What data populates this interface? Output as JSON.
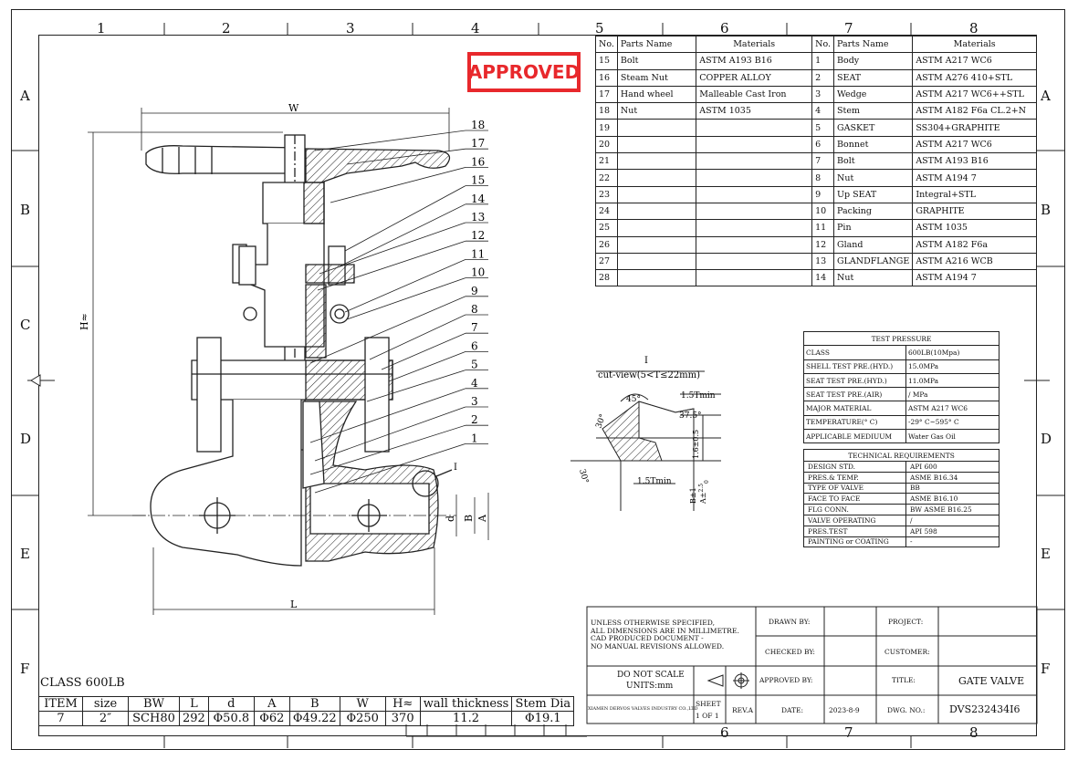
{
  "stamp": "APPROVED",
  "zones": {
    "top_numbers": [
      "1",
      "2",
      "3",
      "4",
      "5",
      "6",
      "7",
      "8"
    ],
    "left_letters": [
      "A",
      "B",
      "C",
      "D",
      "E",
      "F"
    ]
  },
  "bom": {
    "headers": [
      "No.",
      "Parts Name",
      "Materials",
      "No.",
      "Parts Name",
      "Materials"
    ],
    "rows": [
      [
        "15",
        "Bolt",
        "ASTM A193 B16",
        "1",
        "Body",
        "ASTM A217 WC6"
      ],
      [
        "16",
        "Steam Nut",
        "COPPER ALLOY",
        "2",
        "SEAT",
        "ASTM A276 410+STL"
      ],
      [
        "17",
        "Hand wheel",
        "Malleable Cast Iron",
        "3",
        "Wedge",
        "ASTM A217 WC6++STL"
      ],
      [
        "18",
        "Nut",
        "ASTM 1035",
        "4",
        "Stem",
        "ASTM A182 F6a CL.2+N"
      ],
      [
        "19",
        "",
        "",
        "5",
        "GASKET",
        "SS304+GRAPHITE"
      ],
      [
        "20",
        "",
        "",
        "6",
        "Bonnet",
        "ASTM A217 WC6"
      ],
      [
        "21",
        "",
        "",
        "7",
        "Bolt",
        "ASTM A193 B16"
      ],
      [
        "22",
        "",
        "",
        "8",
        "Nut",
        "ASTM A194 7"
      ],
      [
        "23",
        "",
        "",
        "9",
        "Up SEAT",
        "Integral+STL"
      ],
      [
        "24",
        "",
        "",
        "10",
        "Packing",
        "GRAPHITE"
      ],
      [
        "25",
        "",
        "",
        "11",
        "Pin",
        "ASTM 1035"
      ],
      [
        "26",
        "",
        "",
        "12",
        "Gland",
        "ASTM A182 F6a"
      ],
      [
        "27",
        "",
        "",
        "13",
        "GLANDFLANGE",
        "ASTM A216 WCB"
      ],
      [
        "28",
        "",
        "",
        "14",
        "Nut",
        "ASTM A194 7"
      ]
    ]
  },
  "test_pressure": {
    "title": "TEST PRESSURE",
    "rows": [
      [
        "CLASS",
        "600LB(10Mpa)"
      ],
      [
        "SHELL TEST PRE.(HYD.)",
        "15.0MPa"
      ],
      [
        "SEAT TEST PRE.(HYD.)",
        "11.0MPa"
      ],
      [
        "SEAT TEST PRE.(AIR)",
        "/  MPa"
      ],
      [
        "MAJOR MATERIAL",
        "ASTM A217 WC6"
      ],
      [
        "TEMPERATURE(° C)",
        "-29° C~595° C"
      ],
      [
        "APPLICABLE MEDIUUM",
        "Water Gas  Oil"
      ]
    ]
  },
  "technical_requirements": {
    "title": "TECHNICAL REQUIREMENTS",
    "rows": [
      [
        "DESIGN STD.",
        "API 600"
      ],
      [
        "PRES.& TEMP.",
        "ASME B16.34"
      ],
      [
        "TYPE OF VALVE",
        "BB"
      ],
      [
        "FACE TO FACE",
        "ASME B16.10"
      ],
      [
        "FLG CONN.",
        "BW ASME B16.25"
      ],
      [
        "VALVE OPERATING",
        "/"
      ],
      [
        "PRES.TEST",
        "API 598"
      ],
      [
        "PAINTING or COATING",
        "-"
      ]
    ]
  },
  "drawing": {
    "callouts": [
      "18",
      "17",
      "16",
      "15",
      "14",
      "13",
      "12",
      "11",
      "10",
      "9",
      "8",
      "7",
      "6",
      "5",
      "4",
      "3",
      "2",
      "1"
    ],
    "dim_w": "W",
    "dim_h": "H≈",
    "dim_l": "L",
    "dim_d": "d",
    "dim_b": "B",
    "dim_a": "A",
    "detail_ref": "I"
  },
  "cut_view": {
    "title": "I",
    "subtitle": "cut-view(5<T≤22mm)",
    "ang45": "45°",
    "ang30a": "30°",
    "ang30b": "30°",
    "min1": "1.5Tmin",
    "min2": "1.5Tmin",
    "ang375": "37.5°",
    "tol": "1.6±0.5",
    "bpm": "B±1",
    "apm": "A±",
    "apm_sup": "2.5",
    "apm_sub": "0"
  },
  "class_label": "CLASS 600LB",
  "dims_table": {
    "headers": [
      "ITEM",
      "size",
      "BW",
      "L",
      "d",
      "A",
      "B",
      "W",
      "H≈",
      "wall thickness",
      "Stem Dia"
    ],
    "values": [
      "7",
      "2″",
      "SCH80",
      "292",
      "Φ50.8",
      "Φ62",
      "Φ49.22",
      "Φ250",
      "370",
      "11.2",
      "Φ19.1"
    ]
  },
  "title_block": {
    "note_lines": [
      "UNLESS OTHERWISE SPECIFIED,",
      "ALL DIMENSIONS ARE IN MILLIMETRE.",
      "CAD PRODUCED DOCUMENT -",
      "NO MANUAL REVISIONS ALLOWED."
    ],
    "do_not_scale": "DO NOT SCALE",
    "units": "UNITS:mm",
    "company": "XIAMEN DERVOS VALVES INDUSTRY CO.,LTD",
    "sheet": "SHEET",
    "sheet_of": "1 OF 1",
    "rev": "REV.A",
    "drawn_by": "DRAWN BY:",
    "checked_by": "CHECKED BY:",
    "approved_by": "APPROVED BY:",
    "date_label": "DATE:",
    "date_value": "2023-8-9",
    "project": "PROJECT:",
    "customer": "CUSTOMER:",
    "title_label": "TITLE:",
    "title_value": "GATE VALVE",
    "dwg_label": "DWG. NO.:",
    "dwg_value": "DVS232434I6"
  }
}
